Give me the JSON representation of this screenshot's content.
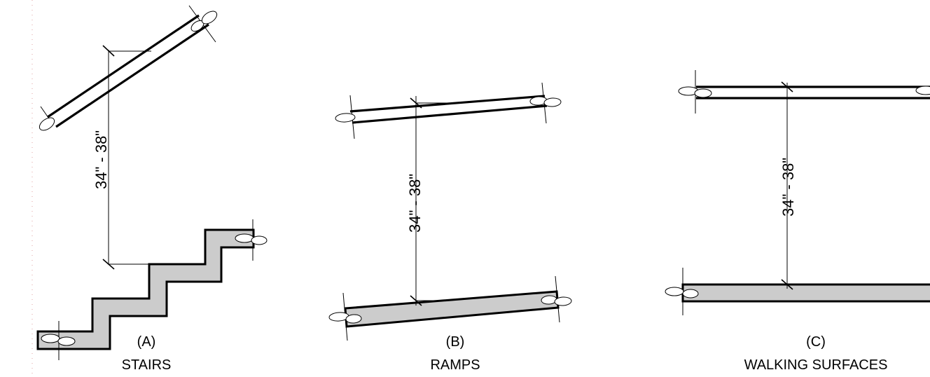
{
  "panels": {
    "a": {
      "letter": "(A)",
      "name": "STAIRS",
      "dimension": "34\" - 38\""
    },
    "b": {
      "letter": "(B)",
      "name": "RAMPS",
      "dimension": "34\" - 38\""
    },
    "c": {
      "letter": "(C)",
      "name": "WALKING SURFACES",
      "dimension": "34\" - 38\""
    }
  }
}
